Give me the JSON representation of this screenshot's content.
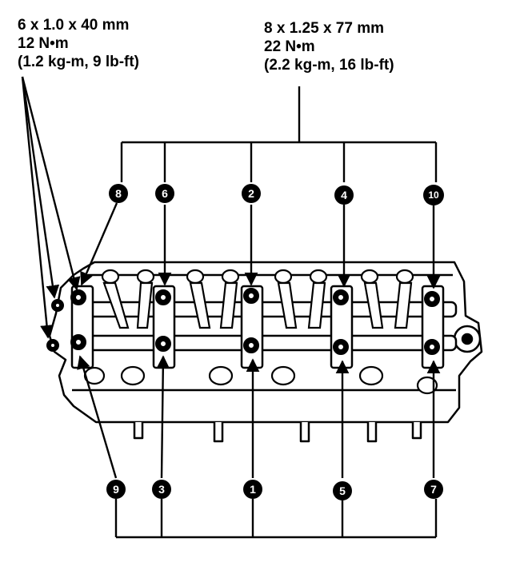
{
  "specs": {
    "left": {
      "size": "6 x 1.0 x 40 mm",
      "torque": "12 N•m",
      "alt": "(1.2 kg-m, 9 lb-ft)"
    },
    "right": {
      "size": "8 x 1.25 x 77 mm",
      "torque": "22 N•m",
      "alt": "(2.2 kg-m, 16 lb-ft)"
    }
  },
  "callouts": {
    "top": [
      "8",
      "6",
      "2",
      "4",
      "10"
    ],
    "bottom": [
      "9",
      "3",
      "1",
      "5",
      "7"
    ]
  },
  "colors": {
    "ink": "#000000",
    "paper": "#ffffff"
  }
}
